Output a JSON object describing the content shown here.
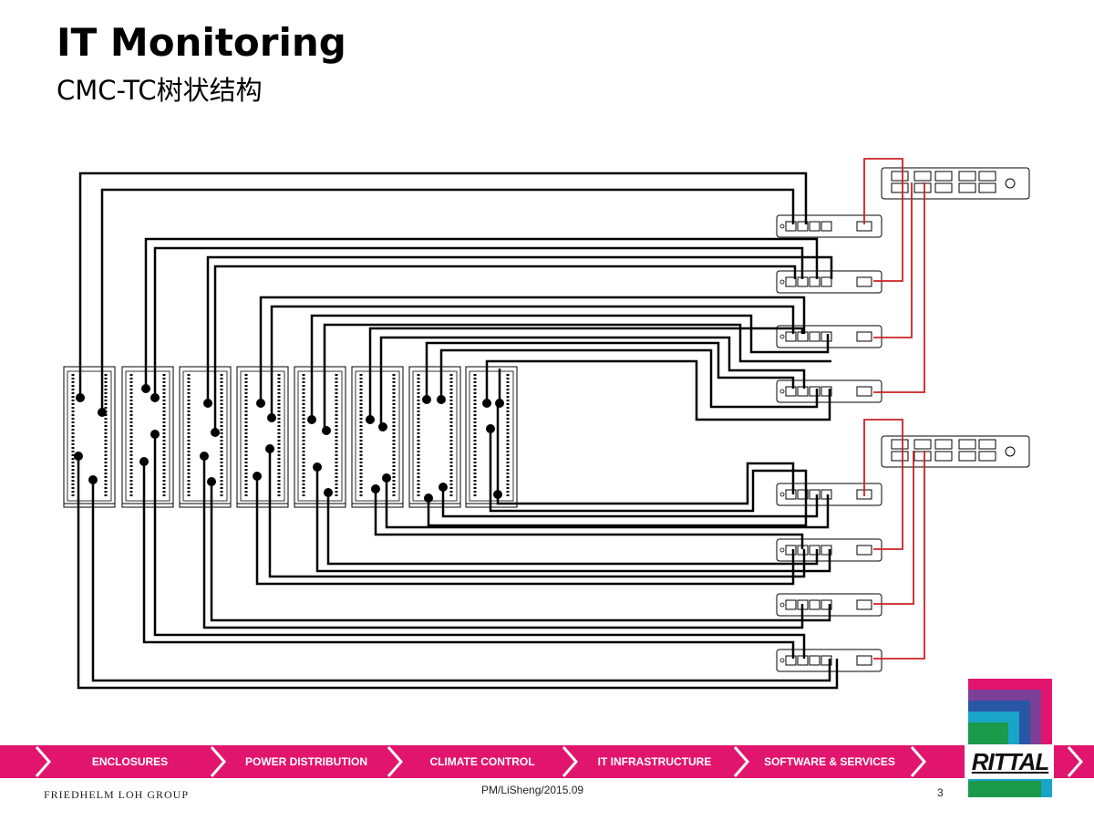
{
  "header": {
    "title": "IT Monitoring",
    "subtitle": "CMC-TC树状结构"
  },
  "nav": {
    "items": [
      {
        "label": "ENCLOSURES"
      },
      {
        "label": "POWER DISTRIBUTION"
      },
      {
        "label": "CLIMATE CONTROL"
      },
      {
        "label": "IT INFRASTRUCTURE"
      },
      {
        "label": "SOFTWARE & SERVICES"
      }
    ]
  },
  "footer": {
    "group": "FRIEDHELM LOH GROUP",
    "author_date": "PM/LiSheng/2015.09",
    "page": "3"
  },
  "brand": {
    "logo_text": "RITTAL",
    "accent_color": "#e2156e",
    "logo_colors": [
      "#e2156e",
      "#7c3f98",
      "#2a56a6",
      "#1aa5c8",
      "#1a9a4a"
    ]
  },
  "diagram": {
    "racks": 8,
    "switch_units": 8,
    "master_units": 2,
    "bus_color": "#000000",
    "link_color": "#cc2222"
  }
}
